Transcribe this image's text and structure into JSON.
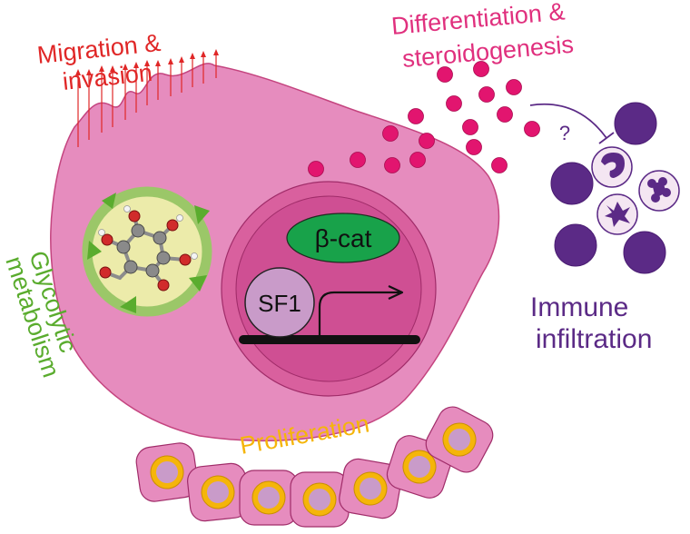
{
  "labels": {
    "migration_line1": "Migration &",
    "migration_line2": "invasion",
    "differentiation_line1": "Differentiation &",
    "differentiation_line2": "steroidogenesis",
    "glycolytic_line1": "Glycolytic",
    "glycolytic_line2": "metabolism",
    "immune_line1": "Immune",
    "immune_line2": "infiltration",
    "proliferation": "Proliferation",
    "beta_catenin": "β-cat",
    "sf1": "SF1",
    "question_mark": "?"
  },
  "colors": {
    "migration": "#e02727",
    "differentiation": "#e0307e",
    "glycolytic": "#5aac2e",
    "immune": "#5b2a86",
    "proliferation": "#f5b50a",
    "cell_body": "#e68cbe",
    "nucleus_outer": "#d9609e",
    "nucleus_inner": "#cf4f93",
    "beta_catenin": "#18a24a",
    "sf1": "#c99bc9",
    "hormone_granule": "#e2156f",
    "immune_cell": "#5b2a86"
  },
  "icons": [
    "glucose-molecule-icon",
    "transcription-arrow-icon",
    "inhibition-arrow-icon",
    "migration-arrow-icon"
  ]
}
